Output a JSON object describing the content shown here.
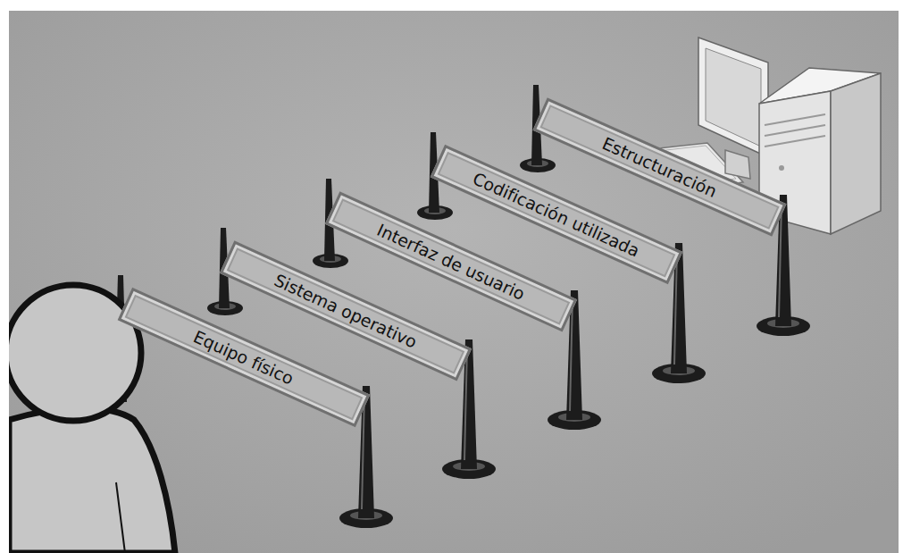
{
  "diagram": {
    "nodes": [
      {
        "text": [
          "Equipo físico"
        ]
      },
      {
        "text": [
          "Sistema operativo"
        ]
      },
      {
        "text": [
          "Interfaz de usuario"
        ]
      },
      {
        "text": [
          "Codificación utilizada"
        ]
      },
      {
        "text": [
          "Estructuración"
        ]
      }
    ]
  }
}
